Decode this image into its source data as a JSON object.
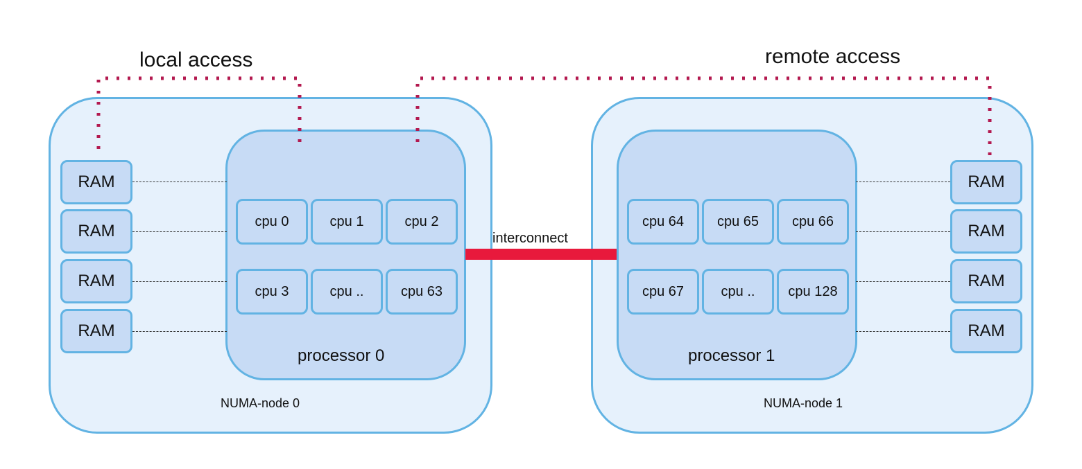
{
  "title_local": "local access",
  "title_remote": "remote access",
  "interconnect_label": "interconnect",
  "colors": {
    "node_fill": "#e6f1fc",
    "box_fill": "#c7dbf5",
    "border": "#62b3e3",
    "interconnect": "#e8193c",
    "access_path": "#b3194f"
  },
  "nodes": [
    {
      "label": "NUMA-node 0",
      "processor": "processor 0",
      "ram": [
        "RAM",
        "RAM",
        "RAM",
        "RAM"
      ],
      "cpus": [
        "cpu 0",
        "cpu 1",
        "cpu 2",
        "cpu 3",
        "cpu ..",
        "cpu 63"
      ]
    },
    {
      "label": "NUMA-node 1",
      "processor": "processor 1",
      "ram": [
        "RAM",
        "RAM",
        "RAM",
        "RAM"
      ],
      "cpus": [
        "cpu 64",
        "cpu 65",
        "cpu 66",
        "cpu 67",
        "cpu ..",
        "cpu 128"
      ]
    }
  ]
}
